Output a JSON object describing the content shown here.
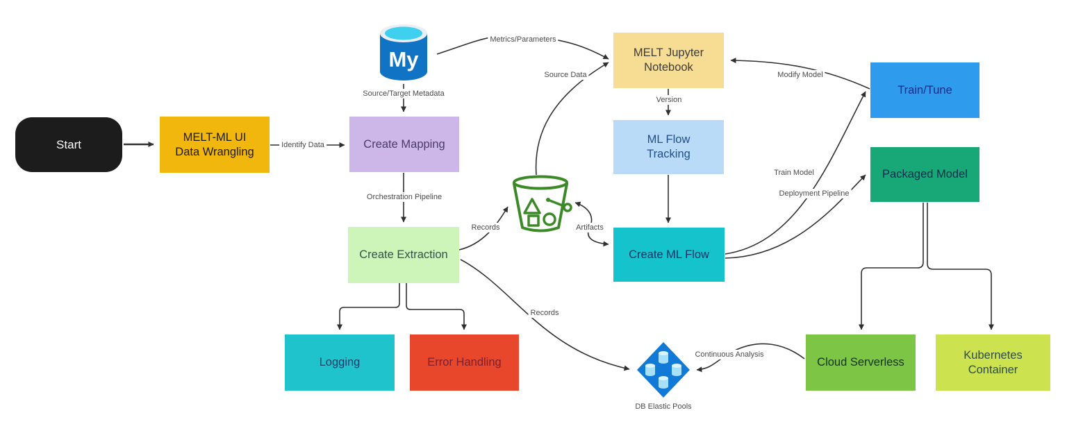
{
  "nodes": {
    "start": {
      "label": "Start"
    },
    "melt_ml_ui": {
      "label": "MELT-ML UI\nData Wrangling"
    },
    "create_mapping": {
      "label": "Create Mapping"
    },
    "mysql_icon": {
      "label": "My"
    },
    "create_extraction": {
      "label": "Create Extraction"
    },
    "logging": {
      "label": "Logging"
    },
    "error_handling": {
      "label": "Error Handling"
    },
    "melt_jupyter_notebook": {
      "label": "MELT Jupyter\nNotebook"
    },
    "ml_flow_tracking": {
      "label": "ML Flow\nTracking"
    },
    "create_ml_flow": {
      "label": "Create ML Flow"
    },
    "train_tune": {
      "label": "Train/Tune"
    },
    "packaged_model": {
      "label": "Packaged Model"
    },
    "cloud_serverless": {
      "label": "Cloud Serverless"
    },
    "kubernetes_container": {
      "label": "Kubernetes\nContainer"
    },
    "db_elastic_pools": {
      "label": "DB Elastic Pools"
    }
  },
  "edge_labels": {
    "identify_data": "Identify Data",
    "source_target_metadata": "Source/Target Metadata",
    "orchestration_pipeline": "Orchestration Pipeline",
    "metrics_parameters": "Metrics/Parameters",
    "source_data": "Source Data",
    "version": "Version",
    "records_top": "Records",
    "artifacts": "Artifacts",
    "train_model": "Train Model",
    "modify_model": "Modify Model",
    "deployment_pipeline": "Deployment Pipeline",
    "records_bottom": "Records",
    "continuous_analysis": "Continuous Analysis"
  },
  "icons": {
    "mysql": "mysql-database-icon",
    "bucket": "storage-bucket-icon",
    "db_elastic_pools": "db-elastic-pools-icon"
  },
  "colors": {
    "start_bg": "#1C1C1C",
    "melt_ml_ui_bg": "#F2B70D",
    "create_mapping_bg": "#CDB6E8",
    "create_extraction_bg": "#CDF5BA",
    "logging_bg": "#1EC3CC",
    "error_handling_bg": "#E8472B",
    "melt_jupyter_bg": "#F7DD94",
    "ml_flow_tracking_bg": "#B9DBF7",
    "create_ml_flow_bg": "#14C3CC",
    "train_tune_bg": "#2E9BED",
    "packaged_model_bg": "#18A878",
    "cloud_serverless_bg": "#7DC544",
    "kubernetes_bg": "#CCE34F",
    "mysql_blue": "#1173C4",
    "mysql_cyan": "#3FD0F0",
    "bucket_green": "#3C8A27",
    "diamond_blue": "#1179D6",
    "edge_stroke": "#2f2f2f"
  }
}
